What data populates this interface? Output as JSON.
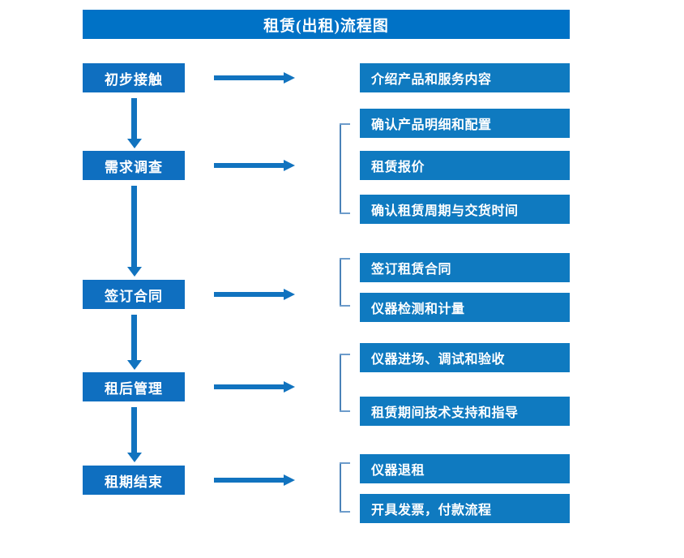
{
  "diagram": {
    "title": "租赁(出租)流程图",
    "colors": {
      "title_bar": "#0072c6",
      "stage_box": "#0f6fc0",
      "detail_box": "#0f7ac0",
      "arrow": "#1173bf",
      "bracket": "#4a82b8",
      "text": "#ffffff",
      "background": "#ffffff"
    },
    "stages": [
      {
        "label": "初步接触"
      },
      {
        "label": "需求调查"
      },
      {
        "label": "签订合同"
      },
      {
        "label": "租后管理"
      },
      {
        "label": "租期结束"
      }
    ],
    "details": [
      {
        "label": "介绍产品和服务内容"
      },
      {
        "label": "确认产品明细和配置"
      },
      {
        "label": "租赁报价"
      },
      {
        "label": "确认租赁周期与交货时间"
      },
      {
        "label": "签订租赁合同"
      },
      {
        "label": "仪器检测和计量"
      },
      {
        "label": "仪器进场、调试和验收"
      },
      {
        "label": "租赁期间技术支持和指导"
      },
      {
        "label": "仪器退租"
      },
      {
        "label": "开具发票，付款流程"
      }
    ],
    "flow_connectors": [
      {
        "name": "down-arrow-contact-to-survey"
      },
      {
        "name": "down-arrow-survey-to-contract"
      },
      {
        "name": "down-arrow-contract-to-management"
      },
      {
        "name": "down-arrow-management-to-termend"
      }
    ],
    "stage_to_detail_arrows": [
      {
        "name": "right-arrow-contact"
      },
      {
        "name": "right-arrow-survey"
      },
      {
        "name": "right-arrow-contract"
      },
      {
        "name": "right-arrow-management"
      },
      {
        "name": "right-arrow-termend"
      }
    ],
    "brackets": [
      {
        "name": "bracket-survey-group"
      },
      {
        "name": "bracket-contract-group"
      },
      {
        "name": "bracket-management-group"
      },
      {
        "name": "bracket-termend-group"
      }
    ]
  }
}
